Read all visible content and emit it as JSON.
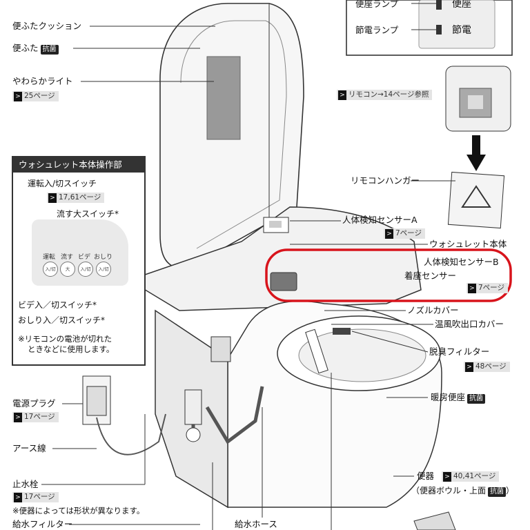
{
  "left_labels": {
    "cushion": "便ふたクッション",
    "lid": "便ふた",
    "lid_badge": "抗菌",
    "soft_light": "やわらかライト",
    "soft_light_ref": "25ページ"
  },
  "control_panel": {
    "title": "ウォシュレット本体操作部",
    "run_switch": "運転入/切スイッチ",
    "run_switch_ref": "17,61ページ",
    "flush_switch": "流す大スイッチ*",
    "buttons": [
      {
        "top": "運転",
        "face": "入/切"
      },
      {
        "top": "流す",
        "face": "大"
      },
      {
        "top": "ビデ",
        "face": "入/切"
      },
      {
        "top": "おしり",
        "face": "入/切"
      }
    ],
    "bidet_switch": "ビデ入／切スイッチ*",
    "oshiri_switch": "おしり入／切スイッチ*",
    "note_line1": "※リモコンの電池が切れた",
    "note_line2": "ときなどに使用します。"
  },
  "lamps": {
    "seat_lamp_label": "便座ランプ",
    "seat_lamp_text": "便座",
    "saving_lamp_label": "節電ランプ",
    "saving_lamp_text": "節電"
  },
  "remote": {
    "ref": "リモコン→14ページ参照",
    "hanger": "リモコンハンガー"
  },
  "right_labels": {
    "sensor_a": "人体検知センサーA",
    "sensor_a_ref": "7ページ",
    "washlet_body": "ウォシュレット本体",
    "sensor_b": "人体検知センサーB",
    "seat_sensor": "着座センサー",
    "sensor_b_ref": "7ページ",
    "nozzle_cover": "ノズルカバー",
    "warm_air_cover": "温風吹出口カバー",
    "deodorizer": "脱臭フィルター",
    "deodorizer_ref": "48ページ",
    "heated_seat": "暖房便座",
    "heated_seat_badge": "抗菌",
    "bowl": "便器",
    "bowl_ref": "40,41ページ",
    "bowl_note_prefix": "（便器ボウル・上面",
    "bowl_note_badge": "抗菌",
    "bowl_note_suffix": "）"
  },
  "bottom_left": {
    "plug": "電源プラグ",
    "plug_ref": "17ページ",
    "earth": "アース線",
    "stop_valve": "止水栓",
    "stop_valve_ref": "17ページ",
    "shape_note": "※便器によっては形状が異なります。",
    "water_filter": "給水フィルター",
    "water_hose": "給水ホース"
  },
  "colors": {
    "highlight": "#d8141c",
    "line": "#333333",
    "shade": "#e6e6e6"
  }
}
